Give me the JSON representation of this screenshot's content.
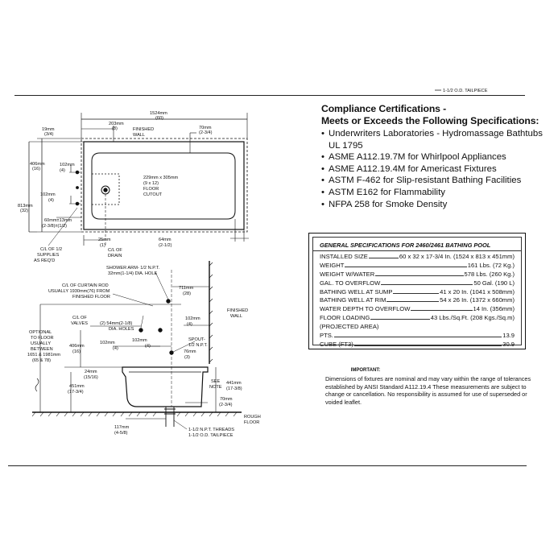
{
  "top_fragment": "1-1/2 O.D. TAILPIECE",
  "compliance": {
    "title_line1": "Compliance Certifications -",
    "title_line2": "Meets or Exceeds the Following Specifications:",
    "items": [
      "Underwriters Laboratories - Hydromassage Bathtubs UL 1795",
      "ASME A112.19.7M for Whirlpool Appliances",
      "ASME A112.19.4M for Americast Fixtures",
      "ASTM F-462 for Slip-resistant Bathing Facilities",
      "ASTM E162 for Flammability",
      "NFPA 258 for Smoke Density"
    ]
  },
  "specs": {
    "title": "GENERAL SPECIFICATIONS FOR 2460/2461 BATHING POOL",
    "rows": [
      {
        "label": "INSTALLED SIZE",
        "value": "60 x 32 x 17-3/4 In. (1524 x 813 x 451mm)"
      },
      {
        "label": "WEIGHT",
        "value": "161 Lbs. (72 Kg.)"
      },
      {
        "label": "WEIGHT W/WATER",
        "value": "578 Lbs. (260 Kg.)"
      },
      {
        "label": "GAL. TO OVERFLOW",
        "value": "50 Gal. (190 L)"
      },
      {
        "label": "BATHING WELL AT SUMP",
        "value": "41 x 20 In. (1041 x 508mm)"
      },
      {
        "label": "BATHING WELL AT RIM",
        "value": "54 x 26 In. (1372 x 660mm)"
      },
      {
        "label": "WATER DEPTH TO OVERFLOW",
        "value": "14 In. (356mm)"
      },
      {
        "label": "FLOOR LOADING",
        "value": "43 Lbs./Sq.Ft. (208 Kgs./Sq.m)"
      },
      {
        "label": "(PROJECTED AREA)",
        "value": ""
      },
      {
        "label": "PTS.",
        "value": "13.9"
      },
      {
        "label": "CUBE (FT3)",
        "value": "30.9"
      }
    ]
  },
  "important": {
    "title": "IMPORTANT:",
    "text": "Dimensions of fixtures are nominal and may vary within the range of tolerances established by ANSI Standard A112.19.4 These measurements are subject to change or cancellation. No responsibility is assumed for use of superseded or voided leaflet."
  },
  "plan_view": {
    "overall_length": "1524mm",
    "overall_length_in": "(60)",
    "dim_203": "203mm",
    "dim_203_in": "(8)",
    "finished_wall": "FINISHED WALL",
    "dim_70": "70mm",
    "dim_70_in": "(2-3/4)",
    "dim_19": "19mm",
    "dim_19_in": "(3/4)",
    "dim_406": "406mm",
    "dim_406_in": "(16)",
    "dim_813": "813mm",
    "dim_813_in": "(32)",
    "dim_102a": "102mm",
    "dim_102a_in": "(4)",
    "dim_102b": "102mm",
    "dim_102b_in": "(4)",
    "cutout_size": "229mm x 305mm",
    "cutout_size_in": "(9 x 12)",
    "cutout_label": "FLOOR CUTOUT",
    "dim_60": "60mm±13mm",
    "dim_60_in": "(2-3/8)±(1/2)",
    "supplies_label": "C/L OF 1/2 SUPPLIES AS REQ'D",
    "dim_25": "25mm",
    "dim_25_in": "(1)",
    "drain_label": "C/L OF DRAIN",
    "dim_64": "64mm",
    "dim_64_in": "(2-1/2)"
  },
  "elevation_view": {
    "shower_arm": "SHOWER ARM- 1/2 N.P.T.",
    "shower_arm_hole": "32mm(1-1/4) DIA. HOLE",
    "curtain_rod_1": "C/L OF CURTAIN ROD",
    "curtain_rod_2": "USUALLY 1930mm(76) FROM",
    "curtain_rod_3": "FINISHED FLOOR",
    "dim_711": "711mm",
    "dim_711_in": "(28)",
    "finished_wall": "FINISHED WALL",
    "valves_label": "C/L OF VALVES",
    "holes_label": "(2) 54mm(2-1/8) DIA. HOLES",
    "dim_102c": "102mm",
    "dim_102c_in": "(4)",
    "optional_label": "OPTIONAL TO FLOOR USUALLY BETWEEN 1651 & 1981mm (65 & 78)",
    "dim_406": "406mm",
    "dim_406_in": "(16)",
    "dim_102d": "102mm",
    "dim_102d_in": "(4)",
    "dim_102e": "102mm",
    "dim_102e_in": "(4)",
    "spout": "SPOUT- 1/2 N.P.T.",
    "dim_76": "76mm",
    "dim_76_in": "(3)",
    "dim_24": "24mm",
    "dim_24_in": "(15/16)",
    "dim_451": "451mm",
    "dim_451_in": "(17-3/4)",
    "see_note": "SEE NOTE",
    "dim_441": "441mm",
    "dim_441_in": "(17-3/8)",
    "dim_70b": "70mm",
    "dim_70b_in": "(2-3/4)",
    "rough_floor": "ROUGH FLOOR",
    "dim_117": "117mm",
    "dim_117_in": "(4-5/8)",
    "npt_threads": "1-1/2 N.P.T. THREADS",
    "od_tailpiece": "1-1/2 O.D. TAILPIECE"
  }
}
